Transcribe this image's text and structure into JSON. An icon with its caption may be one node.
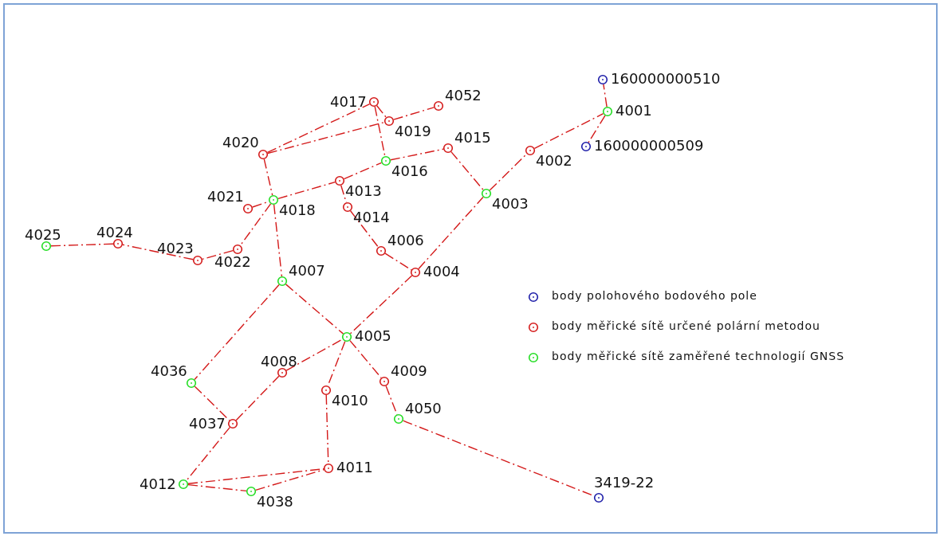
{
  "diagram": {
    "nodes": [
      {
        "text": [
          "160000000510"
        ]
      },
      {
        "text": [
          "4001"
        ]
      },
      {
        "text": [
          "160000000509"
        ]
      },
      {
        "text": [
          "4002"
        ]
      },
      {
        "text": [
          "4003"
        ]
      },
      {
        "text": [
          "4015"
        ]
      },
      {
        "text": [
          "4016"
        ]
      },
      {
        "text": [
          "4017"
        ]
      },
      {
        "text": [
          "4019"
        ]
      },
      {
        "text": [
          "4052"
        ]
      },
      {
        "text": [
          "4020"
        ]
      },
      {
        "text": [
          "4013"
        ]
      },
      {
        "text": [
          "4018"
        ]
      },
      {
        "text": [
          "4021"
        ]
      },
      {
        "text": [
          "4014"
        ]
      },
      {
        "text": [
          "4006"
        ]
      },
      {
        "text": [
          "4004"
        ]
      },
      {
        "text": [
          "4022"
        ]
      },
      {
        "text": [
          "4023"
        ]
      },
      {
        "text": [
          "4024"
        ]
      },
      {
        "text": [
          "4025"
        ]
      },
      {
        "text": [
          "4007"
        ]
      },
      {
        "text": [
          "4005"
        ]
      },
      {
        "text": [
          "4008"
        ]
      },
      {
        "text": [
          "4036"
        ]
      },
      {
        "text": [
          "4037"
        ]
      },
      {
        "text": [
          "4009"
        ]
      },
      {
        "text": [
          "4010"
        ]
      },
      {
        "text": [
          "4050"
        ]
      },
      {
        "text": [
          "4011"
        ]
      },
      {
        "text": [
          "4012"
        ]
      },
      {
        "text": [
          "4038"
        ]
      },
      {
        "text": [
          "3419-22"
        ]
      }
    ],
    "edges": [
      {
        "from": 10,
        "to": 7,
        "arrow": "none"
      },
      {
        "from": 10,
        "to": 8,
        "arrow": "none"
      },
      {
        "from": 8,
        "to": 9,
        "arrow": "none"
      },
      {
        "from": 7,
        "to": 8,
        "arrow": "none"
      },
      {
        "from": 7,
        "to": 6,
        "arrow": "none"
      },
      {
        "from": 10,
        "to": 12,
        "arrow": "none"
      },
      {
        "from": 13,
        "to": 12,
        "arrow": "none"
      },
      {
        "from": 12,
        "to": 11,
        "arrow": "none"
      },
      {
        "from": 11,
        "to": 6,
        "arrow": "none"
      },
      {
        "from": 6,
        "to": 5,
        "arrow": "none"
      },
      {
        "from": 5,
        "to": 4,
        "arrow": "none"
      },
      {
        "from": 4,
        "to": 3,
        "arrow": "none"
      },
      {
        "from": 3,
        "to": 1,
        "arrow": "none"
      },
      {
        "from": 1,
        "to": 0,
        "arrow": "none"
      },
      {
        "from": 1,
        "to": 2,
        "arrow": "none"
      },
      {
        "from": 11,
        "to": 14,
        "arrow": "none"
      },
      {
        "from": 14,
        "to": 15,
        "arrow": "none"
      },
      {
        "from": 15,
        "to": 16,
        "arrow": "none"
      },
      {
        "from": 16,
        "to": 4,
        "arrow": "none"
      },
      {
        "from": 12,
        "to": 17,
        "arrow": "none"
      },
      {
        "from": 17,
        "to": 18,
        "arrow": "none"
      },
      {
        "from": 18,
        "to": 19,
        "arrow": "none"
      },
      {
        "from": 19,
        "to": 20,
        "arrow": "none"
      },
      {
        "from": 12,
        "to": 21,
        "arrow": "none"
      },
      {
        "from": 21,
        "to": 22,
        "arrow": "none"
      },
      {
        "from": 16,
        "to": 22,
        "arrow": "none"
      },
      {
        "from": 21,
        "to": 24,
        "arrow": "none"
      },
      {
        "from": 24,
        "to": 25,
        "arrow": "none"
      },
      {
        "from": 25,
        "to": 23,
        "arrow": "none"
      },
      {
        "from": 23,
        "to": 22,
        "arrow": "none"
      },
      {
        "from": 22,
        "to": 27,
        "arrow": "none"
      },
      {
        "from": 27,
        "to": 29,
        "arrow": "none"
      },
      {
        "from": 22,
        "to": 26,
        "arrow": "none"
      },
      {
        "from": 26,
        "to": 28,
        "arrow": "none"
      },
      {
        "from": 28,
        "to": 32,
        "arrow": "none"
      },
      {
        "from": 25,
        "to": 30,
        "arrow": "none"
      },
      {
        "from": 30,
        "to": 29,
        "arrow": "none"
      },
      {
        "from": 30,
        "to": 31,
        "arrow": "none"
      },
      {
        "from": 31,
        "to": 29,
        "arrow": "none"
      }
    ],
    "legend": [
      {
        "text": "body polohového bodového pole"
      },
      {
        "text": "body měřické sítě určené polární metodou"
      },
      {
        "text": "body měřické sítě zaměřené technologií GNSS"
      }
    ]
  }
}
